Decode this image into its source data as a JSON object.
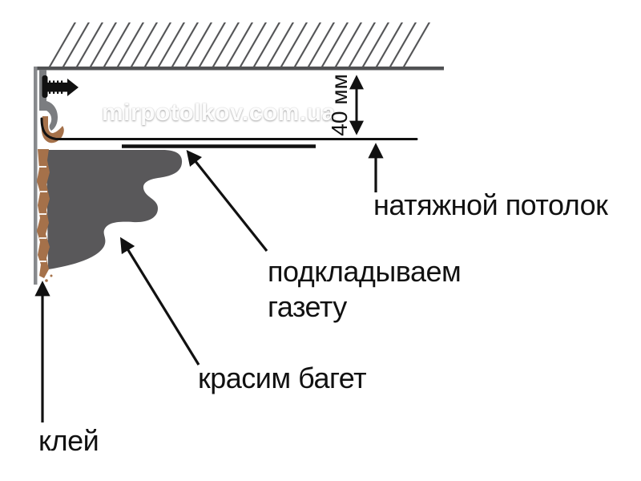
{
  "watermark": "mirpotolkov.com.ua",
  "labels": {
    "dimension": "40 мм",
    "stretch_ceiling": "натяжной потолок",
    "newspaper_line1": "подкладываем",
    "newspaper_line2": "газету",
    "paint_molding": "красим багет",
    "glue": "клей"
  },
  "colors": {
    "background": "#ffffff",
    "hatch": "#4f5052",
    "ceiling_line": "#515254",
    "wall_line": "#87898c",
    "profile_gray": "#7b7d80",
    "molding_gray": "#59585a",
    "glue_brown": "#a5714a",
    "ink_black": "#111111"
  }
}
